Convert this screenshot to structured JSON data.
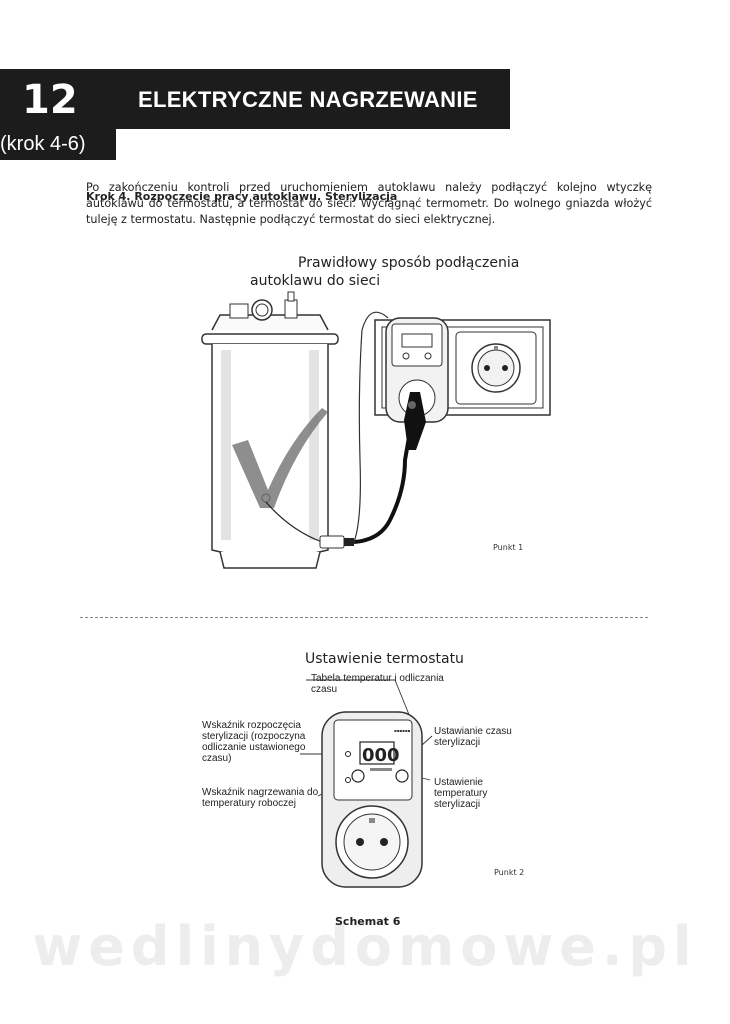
{
  "header": {
    "chapter_number": "12",
    "chapter_title": "ELEKTRYCZNE NAGRZEWANIE",
    "step": "(krok 4-6)"
  },
  "section": {
    "subheading": "Krok 4. Rozpoczęcie pracy autoklawu. Sterylizacja",
    "paragraph": "Po zakończeniu kontroli przed uruchomieniem autoklawu należy podłączyć kolejno wtyczkę autoklawu do termostatu, a termostat do sieci. Wyciągnąć termometr. Do wolnego gniazda włożyć tuleję z termostatu. Następnie podłączyć termostat do sieci elektrycznej."
  },
  "figure1": {
    "title_line1": "Prawidłowy sposób podłączenia",
    "title_line2": "autoklawu do sieci",
    "point": "Punkt 1"
  },
  "figure2": {
    "title": "Ustawienie termostatu",
    "callouts": {
      "table": "Tabela temperatur i odliczania czasu",
      "start_indicator": "Wskaźnik rozpoczęcia sterylizacji (rozpoczyna odliczanie ustawionego czasu)",
      "heating_indicator": "Wskaźnik nagrzewania do temperatury roboczej",
      "time_setting": "Ustawianie czasu sterylizacji",
      "temp_setting": "Ustawienie temperatury sterylizacji"
    },
    "point": "Punkt 2",
    "display_value": "000"
  },
  "caption": "Schemat 6",
  "watermark": "wedlinydomowe.pl",
  "colors": {
    "header_bg": "#1c1c1c",
    "header_text": "#ffffff",
    "checkmark": "#777777"
  }
}
